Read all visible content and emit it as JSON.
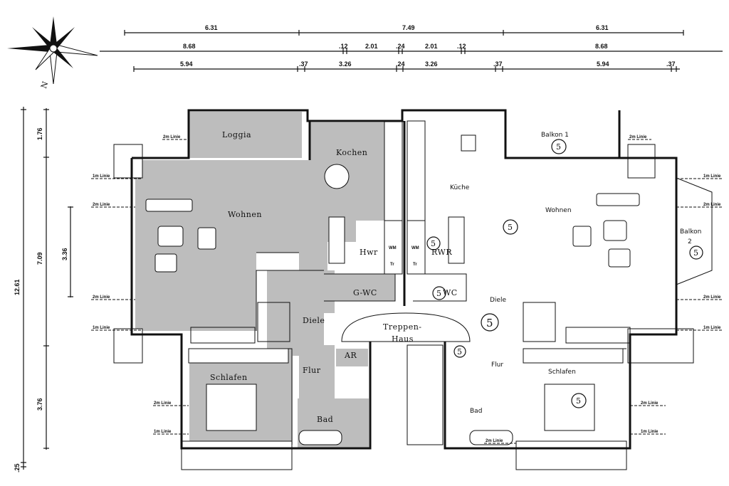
{
  "compass": {
    "north_label": "N"
  },
  "dimensions": {
    "row1": [
      "6.31",
      "7.49",
      "6.31"
    ],
    "row2": [
      "8.68",
      ".12",
      "2.01",
      ".24",
      "2.01",
      ".12",
      "8.68"
    ],
    "row3": [
      "5.94",
      ".37",
      "3.26",
      ".24",
      "3.26",
      ".37",
      "5.94",
      ".37"
    ],
    "vertical_total": "12.61",
    "vertical_parts": [
      "1.76",
      "7.09",
      "3.76"
    ],
    "vertical_inner": "3.36",
    "vertical_bottom": ".25"
  },
  "left_unit": {
    "loggia": "Loggia",
    "kochen": "Kochen",
    "wohnen": "Wohnen",
    "hwr": "Hwr",
    "gwc": "G-WC",
    "diele": "Diele",
    "flur": "Flur",
    "ar": "AR",
    "schlafen": "Schlafen",
    "bad": "Bad"
  },
  "stair": {
    "line1": "Treppen-",
    "line2": "Haus"
  },
  "right_unit": {
    "balkon1": "Balkon 1",
    "kueche": "Küche",
    "wohnen": "Wohnen",
    "balkon2_line1": "Balkon",
    "balkon2_line2": "2",
    "hwr": "RWR",
    "wc": "WC",
    "diele": "Diele",
    "flur": "Flur",
    "schlafen": "Schlafen",
    "bad": "Bad"
  },
  "appliances": {
    "wm": "WM",
    "tr": "Tr"
  },
  "markers": {
    "circled": "5"
  },
  "linie": {
    "two": "2m Linie",
    "one": "1m Linie"
  }
}
